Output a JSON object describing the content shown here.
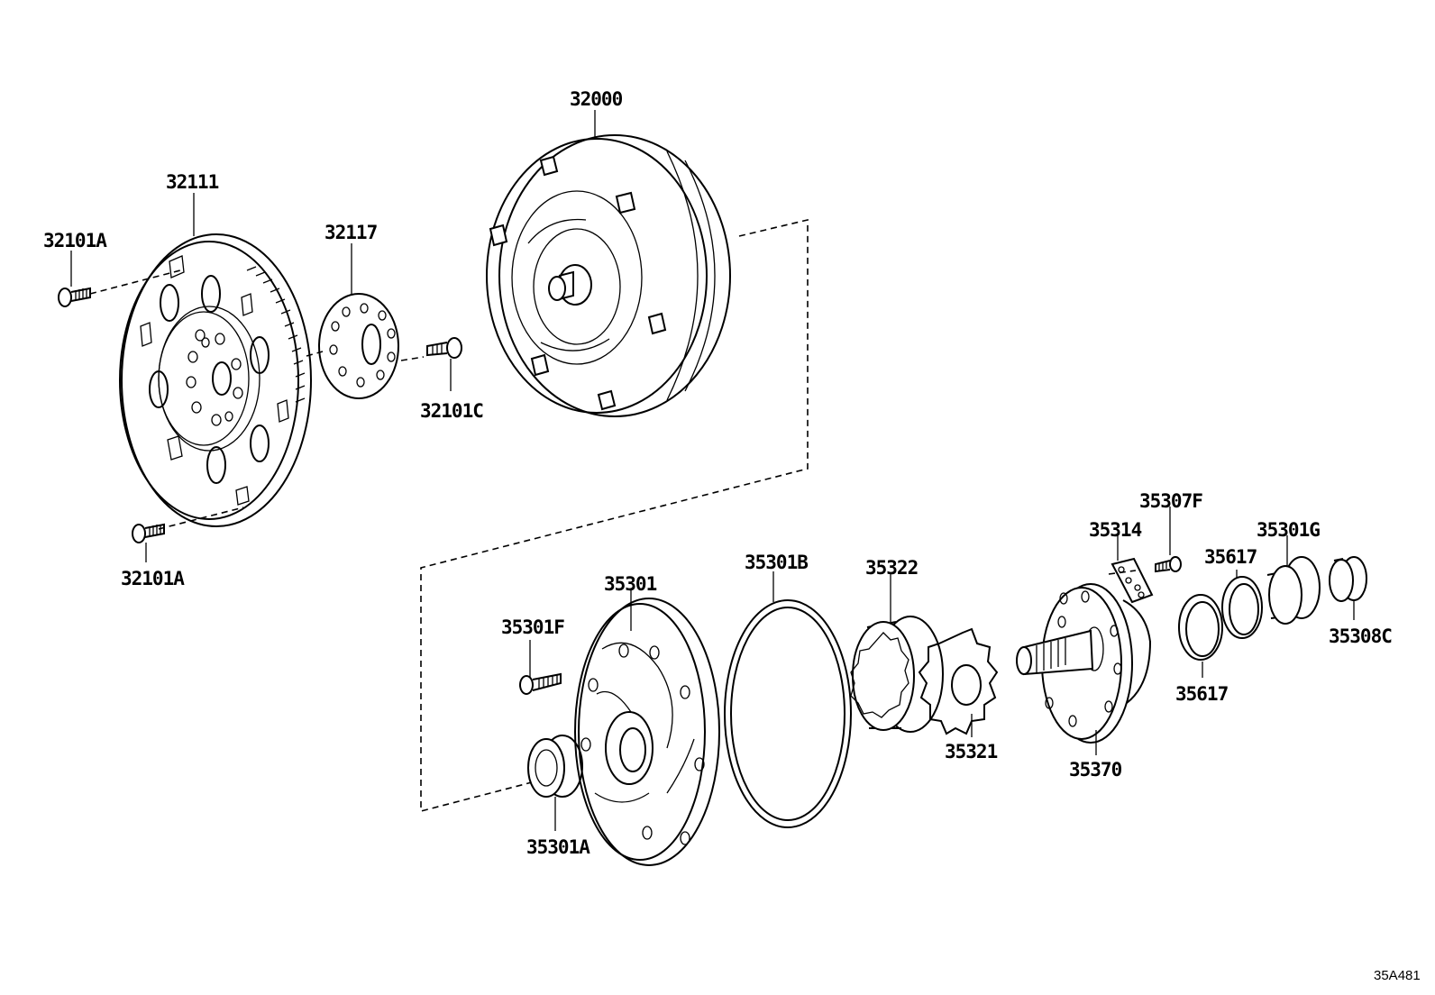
{
  "diagram_code": "35A481",
  "labels": {
    "p32000": "32000",
    "p32111": "32111",
    "p32101A_top": "32101A",
    "p32101A_bottom": "32101A",
    "p32117": "32117",
    "p32101C": "32101C",
    "p35307F": "35307F",
    "p35314": "35314",
    "p35301G": "35301G",
    "p35617_top": "35617",
    "p35617_bottom": "35617",
    "p35308C": "35308C",
    "p35301B": "35301B",
    "p35322": "35322",
    "p35301": "35301",
    "p35301F": "35301F",
    "p35321": "35321",
    "p35370": "35370",
    "p35301A": "35301A"
  }
}
